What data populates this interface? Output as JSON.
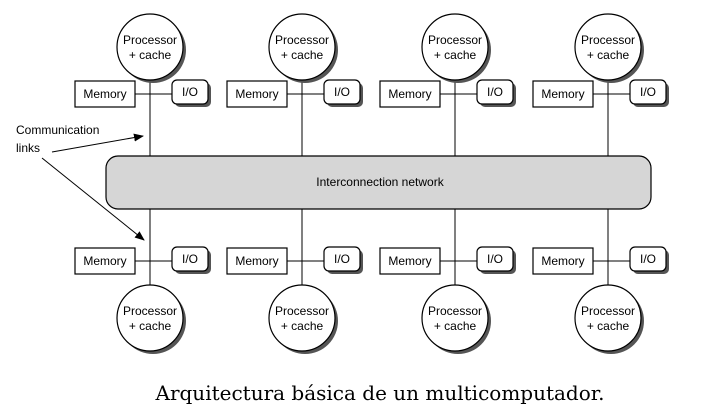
{
  "diagram": {
    "node_line1": "Processor",
    "node_line2": "+ cache",
    "memory_label": "Memory",
    "io_label": "I/O",
    "network_label": "Interconnection network",
    "links_line1": "Communication",
    "links_line2": "links",
    "caption": "Arquitectura básica de un multicomputador."
  }
}
